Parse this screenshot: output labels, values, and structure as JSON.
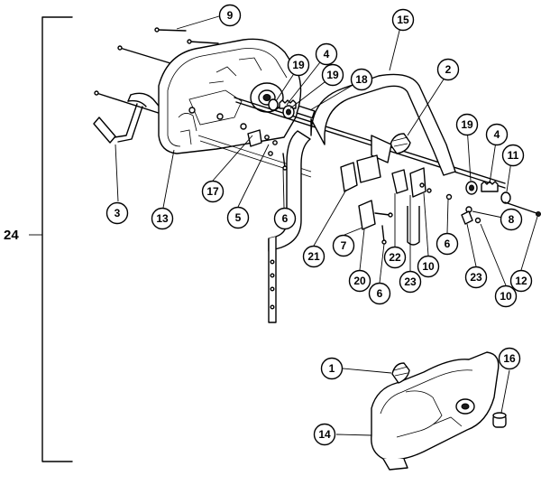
{
  "assembly": {
    "label": "24"
  },
  "callouts": [
    {
      "id": "c9a",
      "label": "9"
    },
    {
      "id": "c15",
      "label": "15"
    },
    {
      "id": "c4a",
      "label": "4"
    },
    {
      "id": "c19a",
      "label": "19"
    },
    {
      "id": "c19b",
      "label": "19"
    },
    {
      "id": "c18",
      "label": "18"
    },
    {
      "id": "c2",
      "label": "2"
    },
    {
      "id": "c19c",
      "label": "19"
    },
    {
      "id": "c4b",
      "label": "4"
    },
    {
      "id": "c11",
      "label": "11"
    },
    {
      "id": "c3",
      "label": "3"
    },
    {
      "id": "c13",
      "label": "13"
    },
    {
      "id": "c17",
      "label": "17"
    },
    {
      "id": "c5",
      "label": "5"
    },
    {
      "id": "c6a",
      "label": "6"
    },
    {
      "id": "c21",
      "label": "21"
    },
    {
      "id": "c7",
      "label": "7"
    },
    {
      "id": "c20",
      "label": "20"
    },
    {
      "id": "c6b",
      "label": "6"
    },
    {
      "id": "c22",
      "label": "22"
    },
    {
      "id": "c23a",
      "label": "23"
    },
    {
      "id": "c10a",
      "label": "10"
    },
    {
      "id": "c6c",
      "label": "6"
    },
    {
      "id": "c8",
      "label": "8"
    },
    {
      "id": "c23b",
      "label": "23"
    },
    {
      "id": "c10b",
      "label": "10"
    },
    {
      "id": "c12",
      "label": "12"
    },
    {
      "id": "c1",
      "label": "1"
    },
    {
      "id": "c16",
      "label": "16"
    },
    {
      "id": "c14",
      "label": "14"
    }
  ]
}
